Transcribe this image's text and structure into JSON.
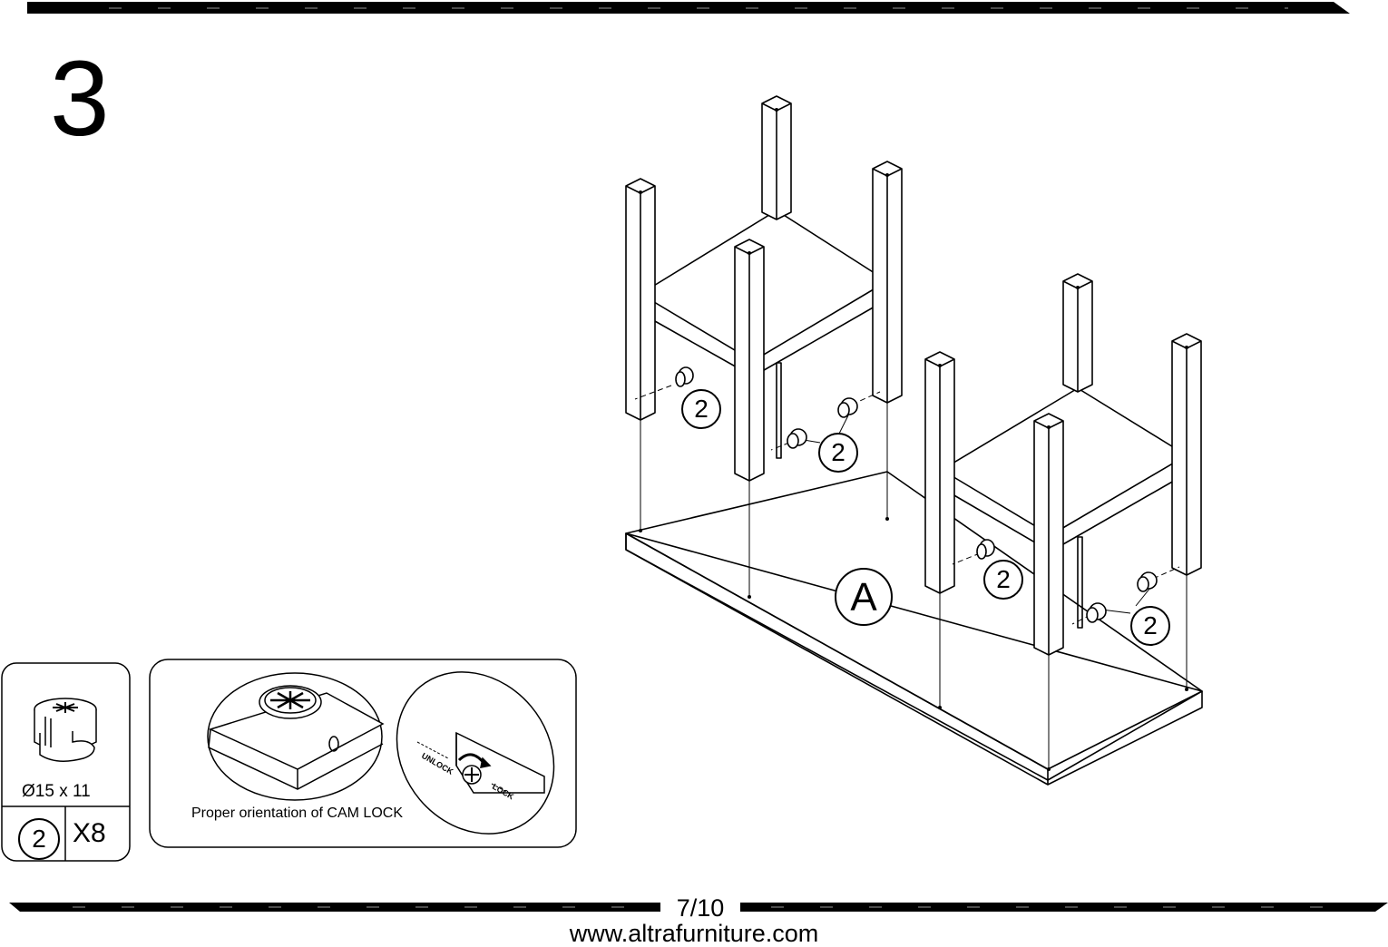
{
  "step": {
    "number": "3"
  },
  "hardware": {
    "part_id": "2",
    "size": "Ø15 x 11",
    "quantity": "X8",
    "name": "cam lock"
  },
  "detail": {
    "caption": "Proper orientation of CAM LOCK",
    "unlock_label": "UNLOCK",
    "lock_label": "LOCK"
  },
  "callouts": [
    "2",
    "2",
    "2",
    "2"
  ],
  "panel_label": "A",
  "footer": {
    "page": "7/10",
    "website": "www.altrafurniture.com"
  }
}
